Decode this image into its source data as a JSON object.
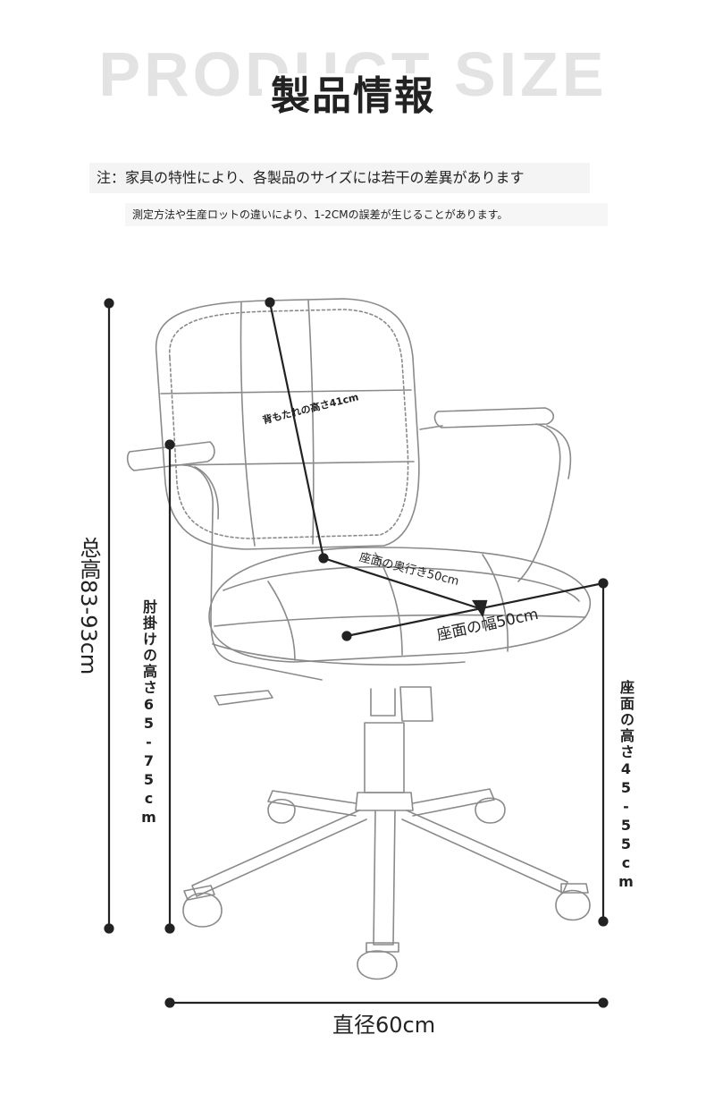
{
  "header": {
    "bg_title": "PRODUCT SIZE",
    "title": "製品情報"
  },
  "notes": {
    "line1": "注：家具の特性により、各製品のサイズには若干の差異があります",
    "line2": "測定方法や生産ロットの違いにより、1-2CMの誤差が生じることがあります。"
  },
  "dimensions": {
    "total_height": "总高83-93cm",
    "armrest_height": "肘掛けの高さ65-75cm",
    "backrest_height": "背もたれの高さ41cm",
    "seat_depth": "座面の奥行き50cm",
    "seat_width": "座面の幅50cm",
    "seat_height": "座面の高さ45-55cm",
    "diameter": "直径60cm"
  },
  "colors": {
    "line": "#222222",
    "chair_outline": "#8a8a8a",
    "bg_title": "#e3e3e3"
  }
}
